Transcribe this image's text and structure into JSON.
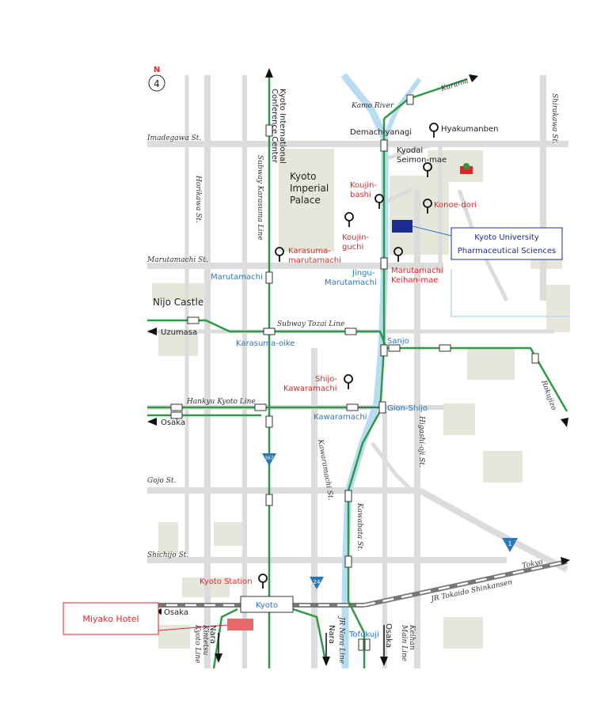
{
  "compass": {
    "label": "N"
  },
  "streets": {
    "imadegawa": "Imadegawa St.",
    "marutamachi": "Marutamachi St.",
    "gojo": "Gojo St.",
    "shichijo": "Shichijo St.",
    "horikawa": "Horikawa St.",
    "karasuma_line": "Subway Karasuma Line",
    "kawaramachi": "Kawaramachi St.",
    "kawabata": "Kawabata St.",
    "higashioji": "Higashi-oji St.",
    "shirakawa": "Shirakawa St.",
    "tozai_line": "Subway Tozai Line",
    "hankyu_line": "Hankyu Kyoto Line",
    "shinkansen": "JR Tokaido Shinkansen",
    "kintetsu_1": "Kintetsu",
    "kintetsu_2": "Kyoto Line",
    "jr_nara_line": "JR Nara Line",
    "keihan_1": "Keihan",
    "keihan_2": "Main Line",
    "kamo_river": "Kamo River"
  },
  "places": {
    "conference_1": "Kyoto International",
    "conference_2": "Conference Center",
    "imperial_1": "Kyoto",
    "imperial_2": "Imperial",
    "imperial_3": "Palace",
    "nijo": "Nijo Castle"
  },
  "directions": {
    "kurama": "Kurama",
    "uzumasa": "Uzumasa",
    "osaka_hankyu": "Osaka",
    "osaka_jr": "Osaka",
    "tokyo": "Tokyo",
    "rokujizo": "Rokujizo",
    "nara_kintetsu": "Nara",
    "nara_jr": "Nara",
    "osaka_keihan": "Osaka"
  },
  "stations": {
    "demachiyanagi": "Demachiyanagi",
    "hyakumanben": "Hyakumanben",
    "kyodai_1": "Kyodai",
    "kyodai_2": "Seimon-mae",
    "koujinbashi_1": "Koujin-",
    "koujinbashi_2": "bashi",
    "konoe": "Konoe-dori",
    "koujinguchi_1": "Koujin-",
    "koujinguchi_2": "guchi",
    "karasuma_maru_1": "Karasuma-",
    "karasuma_maru_2": "marutamachi",
    "marutamachi": "Marutamachi",
    "jingu_1": "Jingu-",
    "jingu_2": "Marutamachi",
    "keihanmae_1": "Marutamachi",
    "keihanmae_2": "Keihan-mae",
    "karasuma_oike": "Karasuma-oike",
    "sanjo": "Sanjo",
    "shijo_kawa_1": "Shijo-",
    "shijo_kawa_2": "Kawaramachi",
    "kawaramachi": "Kawaramachi",
    "gion_shijo": "Gion-Shijo",
    "kyoto_station": "Kyoto Station",
    "kyoto": "Kyoto",
    "tofukuji": "Tofukuji"
  },
  "routes": {
    "r367": "367",
    "r24": "24",
    "r1": "1"
  },
  "callouts": {
    "university_1": "Kyoto University",
    "university_2": "Pharmaceutical Sciences",
    "hotel": "Miyako Hotel"
  },
  "colors": {
    "rail": "#2f9a45",
    "road": "#dcdcdc",
    "river": "#b8dcf2",
    "parcel": "#e6e6da",
    "red": "#e0262b",
    "blue": "#2a78b8",
    "navy": "#1a2c8f"
  }
}
